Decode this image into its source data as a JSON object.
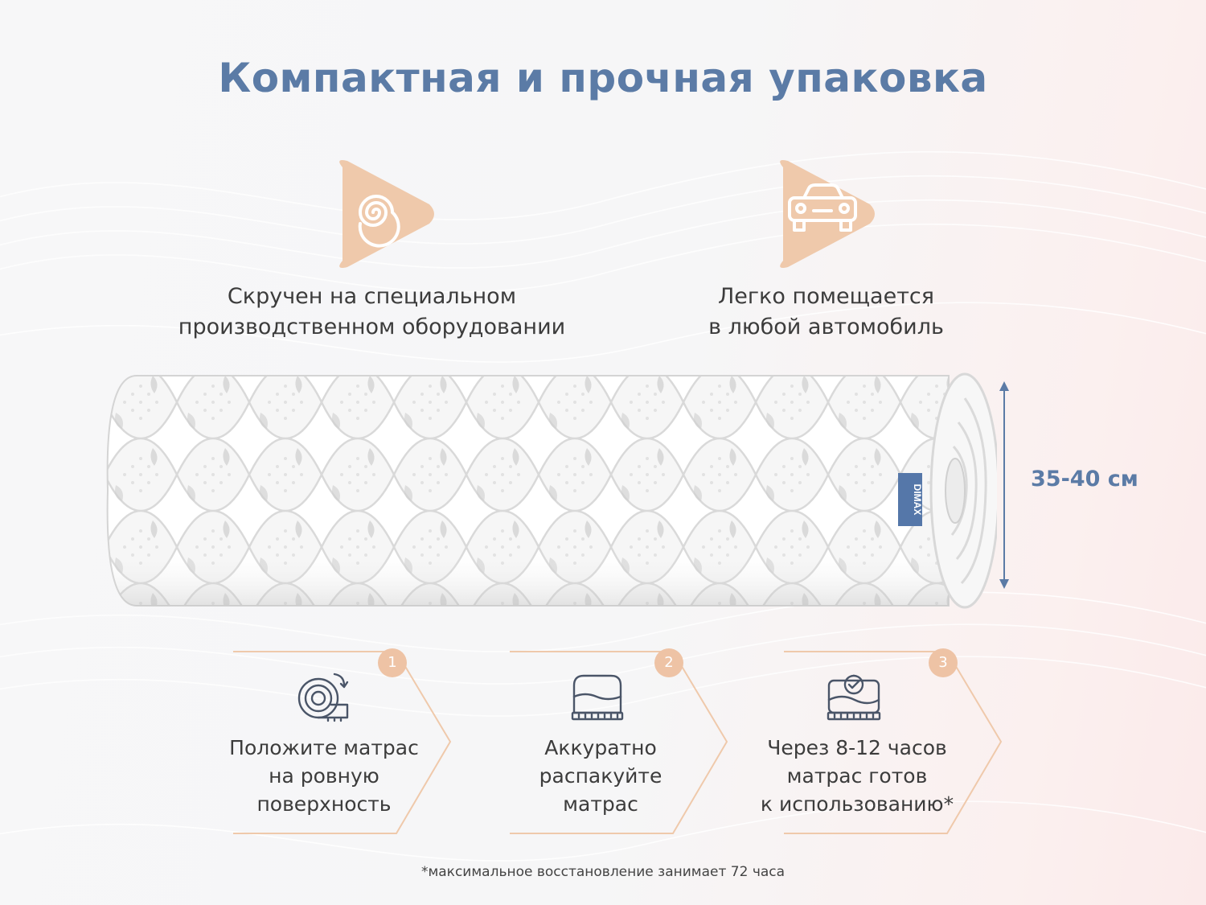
{
  "title": "Компактная и прочная упаковка",
  "features": [
    {
      "icon": "spiral-icon",
      "lines": [
        "Скручен на специальном",
        "производственном оборудовании"
      ]
    },
    {
      "icon": "car-icon",
      "lines": [
        "Легко помещается",
        "в любой автомобиль"
      ]
    }
  ],
  "product": {
    "brand_tag": "DIMAX"
  },
  "dimension": {
    "label": "35-40 см"
  },
  "steps": [
    {
      "number": "1",
      "icon": "unroll-mattress-icon",
      "lines": [
        "Положите матрас",
        "на ровную",
        "поверхность"
      ]
    },
    {
      "number": "2",
      "icon": "mattress-icon",
      "lines": [
        "Аккуратно",
        "распакуйте",
        "матрас"
      ]
    },
    {
      "number": "3",
      "icon": "mattress-ready-check-icon",
      "lines": [
        "Через 8-12 часов",
        "матрас готов",
        "к использованию*"
      ]
    }
  ],
  "footnote": "*максимальное восстановление занимает 72 часа",
  "colors": {
    "accent_blue": "#5b7ba6",
    "accent_peach": "#efc9ab",
    "text_dark": "#3c3c3c"
  }
}
